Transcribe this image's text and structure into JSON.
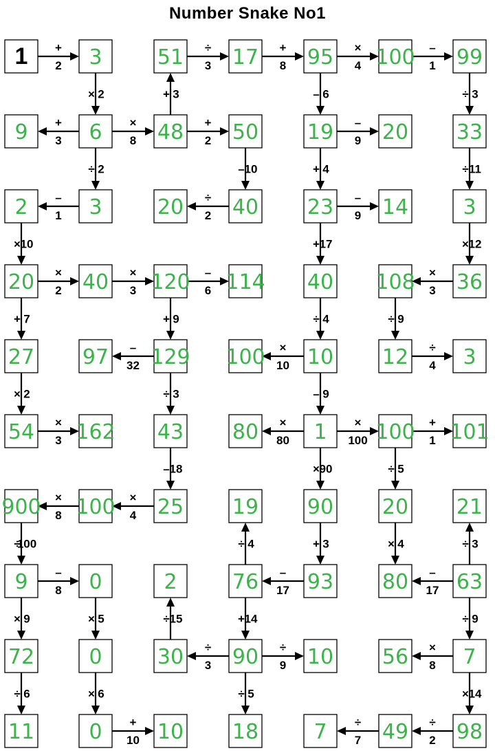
{
  "title": "Number Snake No1",
  "colors": {
    "handwritten": "#3cb44b",
    "outline": "#000000"
  },
  "boxes": {
    "b00": "1",
    "b10": "3",
    "b20": "51",
    "b30": "17",
    "b40": "95",
    "b50": "100",
    "b60": "99",
    "b01": "9",
    "b11": "6",
    "b21": "48",
    "b31": "50",
    "b41": "19",
    "b51": "20",
    "b61": "33",
    "b02": "2",
    "b12": "3",
    "b22": "20",
    "b32": "40",
    "b42": "23",
    "b52": "14",
    "b62": "3",
    "b03": "20",
    "b13": "40",
    "b23": "120",
    "b33": "114",
    "b43": "40",
    "b53": "108",
    "b63": "36",
    "b04": "27",
    "b14": "97",
    "b24": "129",
    "b34": "100",
    "b44": "10",
    "b54": "12",
    "b64": "3",
    "b05": "54",
    "b15": "162",
    "b25": "43",
    "b35": "80",
    "b45": "1",
    "b55": "100",
    "b65": "101",
    "b06": "900",
    "b16": "100",
    "b26": "25",
    "b36": "19",
    "b46": "90",
    "b56": "20",
    "b66": "21",
    "b07": "9",
    "b17": "0",
    "b27": "2",
    "b37": "76",
    "b47": "93",
    "b57": "80",
    "b67": "63",
    "b08": "72",
    "b18": "0",
    "b28": "30",
    "b38": "90",
    "b48": "10",
    "b58": "56",
    "b68": "7",
    "b09": "11",
    "b19": "0",
    "b29": "10",
    "b39": "18",
    "b49": "7",
    "b59": "49",
    "b69": "98"
  },
  "operations": [
    {
      "from": "b00",
      "to": "b10",
      "op": "+",
      "num": "2"
    },
    {
      "from": "b20",
      "to": "b30",
      "op": "÷",
      "num": "3"
    },
    {
      "from": "b30",
      "to": "b40",
      "op": "+",
      "num": "8"
    },
    {
      "from": "b40",
      "to": "b50",
      "op": "×",
      "num": "4"
    },
    {
      "from": "b50",
      "to": "b60",
      "op": "–",
      "num": "1"
    },
    {
      "from": "b11",
      "to": "b01",
      "op": "+",
      "num": "3"
    },
    {
      "from": "b11",
      "to": "b21",
      "op": "×",
      "num": "8"
    },
    {
      "from": "b21",
      "to": "b31",
      "op": "+",
      "num": "2"
    },
    {
      "from": "b41",
      "to": "b51",
      "op": "–",
      "num": "9"
    },
    {
      "from": "b12",
      "to": "b02",
      "op": "–",
      "num": "1"
    },
    {
      "from": "b32",
      "to": "b22",
      "op": "÷",
      "num": "2"
    },
    {
      "from": "b42",
      "to": "b52",
      "op": "–",
      "num": "9"
    },
    {
      "from": "b03",
      "to": "b13",
      "op": "×",
      "num": "2"
    },
    {
      "from": "b13",
      "to": "b23",
      "op": "×",
      "num": "3"
    },
    {
      "from": "b23",
      "to": "b33",
      "op": "–",
      "num": "6"
    },
    {
      "from": "b63",
      "to": "b53",
      "op": "×",
      "num": "3"
    },
    {
      "from": "b24",
      "to": "b14",
      "op": "–",
      "num": "32"
    },
    {
      "from": "b44",
      "to": "b34",
      "op": "×",
      "num": "10"
    },
    {
      "from": "b54",
      "to": "b64",
      "op": "÷",
      "num": "4"
    },
    {
      "from": "b05",
      "to": "b15",
      "op": "×",
      "num": "3"
    },
    {
      "from": "b45",
      "to": "b35",
      "op": "×",
      "num": "80"
    },
    {
      "from": "b45",
      "to": "b55",
      "op": "×",
      "num": "100"
    },
    {
      "from": "b55",
      "to": "b65",
      "op": "+",
      "num": "1"
    },
    {
      "from": "b16",
      "to": "b06",
      "op": "×",
      "num": "8"
    },
    {
      "from": "b26",
      "to": "b16",
      "op": "×",
      "num": "4"
    },
    {
      "from": "b07",
      "to": "b17",
      "op": "–",
      "num": "8"
    },
    {
      "from": "b47",
      "to": "b37",
      "op": "–",
      "num": "17"
    },
    {
      "from": "b67",
      "to": "b57",
      "op": "–",
      "num": "17"
    },
    {
      "from": "b38",
      "to": "b28",
      "op": "÷",
      "num": "3"
    },
    {
      "from": "b38",
      "to": "b48",
      "op": "÷",
      "num": "9"
    },
    {
      "from": "b68",
      "to": "b58",
      "op": "×",
      "num": "8"
    },
    {
      "from": "b19",
      "to": "b29",
      "op": "+",
      "num": "10"
    },
    {
      "from": "b59",
      "to": "b49",
      "op": "÷",
      "num": "7"
    },
    {
      "from": "b69",
      "to": "b59",
      "op": "÷",
      "num": "2"
    },
    {
      "from": "b10",
      "to": "b11",
      "op": "×",
      "num": "2"
    },
    {
      "from": "b21",
      "to": "b20",
      "op": "+",
      "num": "3"
    },
    {
      "from": "b40",
      "to": "b41",
      "op": "–",
      "num": "6"
    },
    {
      "from": "b60",
      "to": "b61",
      "op": "÷",
      "num": "3"
    },
    {
      "from": "b11",
      "to": "b12",
      "op": "÷",
      "num": "2"
    },
    {
      "from": "b31",
      "to": "b32",
      "op": "–",
      "num": "10"
    },
    {
      "from": "b41",
      "to": "b42",
      "op": "+",
      "num": "4"
    },
    {
      "from": "b61",
      "to": "b62",
      "op": "÷",
      "num": "11"
    },
    {
      "from": "b02",
      "to": "b03",
      "op": "×",
      "num": "10"
    },
    {
      "from": "b42",
      "to": "b43",
      "op": "+",
      "num": "17"
    },
    {
      "from": "b62",
      "to": "b63",
      "op": "×",
      "num": "12"
    },
    {
      "from": "b03",
      "to": "b04",
      "op": "+",
      "num": "7"
    },
    {
      "from": "b23",
      "to": "b24",
      "op": "+",
      "num": "9"
    },
    {
      "from": "b43",
      "to": "b44",
      "op": "÷",
      "num": "4"
    },
    {
      "from": "b53",
      "to": "b54",
      "op": "÷",
      "num": "9"
    },
    {
      "from": "b04",
      "to": "b05",
      "op": "×",
      "num": "2"
    },
    {
      "from": "b24",
      "to": "b25",
      "op": "÷",
      "num": "3"
    },
    {
      "from": "b44",
      "to": "b45",
      "op": "–",
      "num": "9"
    },
    {
      "from": "b25",
      "to": "b26",
      "op": "–",
      "num": "18"
    },
    {
      "from": "b45",
      "to": "b46",
      "op": "×",
      "num": "90"
    },
    {
      "from": "b55",
      "to": "b56",
      "op": "÷",
      "num": "5"
    },
    {
      "from": "b06",
      "to": "b07",
      "op": "÷",
      "num": "100"
    },
    {
      "from": "b37",
      "to": "b36",
      "op": "÷",
      "num": "4"
    },
    {
      "from": "b46",
      "to": "b47",
      "op": "+",
      "num": "3"
    },
    {
      "from": "b56",
      "to": "b57",
      "op": "×",
      "num": "4"
    },
    {
      "from": "b67",
      "to": "b66",
      "op": "÷",
      "num": "3"
    },
    {
      "from": "b07",
      "to": "b08",
      "op": "×",
      "num": "9"
    },
    {
      "from": "b17",
      "to": "b18",
      "op": "×",
      "num": "5"
    },
    {
      "from": "b28",
      "to": "b27",
      "op": "÷",
      "num": "15"
    },
    {
      "from": "b37",
      "to": "b38",
      "op": "+",
      "num": "14"
    },
    {
      "from": "b67",
      "to": "b68",
      "op": "÷",
      "num": "9"
    },
    {
      "from": "b08",
      "to": "b09",
      "op": "÷",
      "num": "6"
    },
    {
      "from": "b18",
      "to": "b19",
      "op": "×",
      "num": "6"
    },
    {
      "from": "b38",
      "to": "b39",
      "op": "÷",
      "num": "5"
    },
    {
      "from": "b68",
      "to": "b69",
      "op": "×",
      "num": "14"
    }
  ]
}
